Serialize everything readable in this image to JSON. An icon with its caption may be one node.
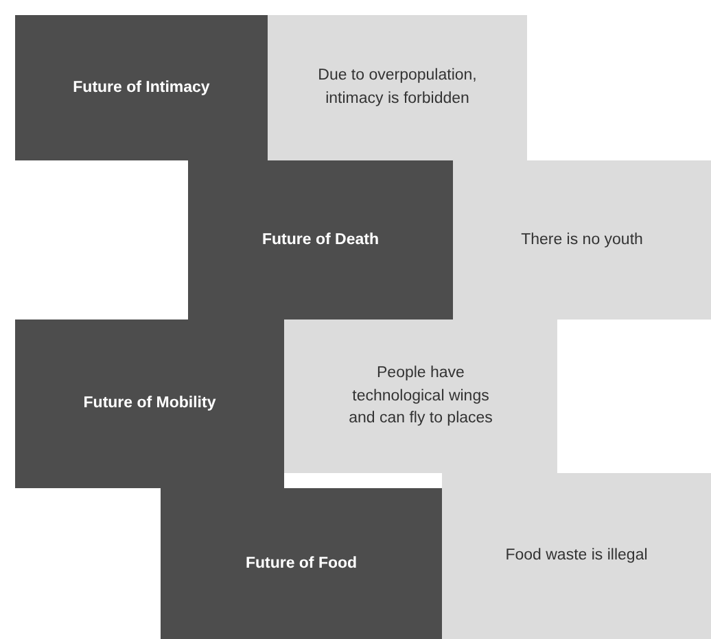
{
  "diagram": {
    "nodes": [
      {
        "text": [
          "Future of Intimacy"
        ]
      },
      {
        "text": [
          "Due to overpopulation, intimacy is forbidden"
        ]
      },
      {
        "text": [
          "Future of Death"
        ]
      },
      {
        "text": [
          "There is no youth"
        ]
      },
      {
        "text": [
          "Future of Mobility"
        ]
      },
      {
        "text": [
          "People have technological wings and can fly to places"
        ]
      },
      {
        "text": [
          "Future of Food"
        ]
      },
      {
        "text": [
          "Food waste is illegal"
        ]
      }
    ]
  }
}
